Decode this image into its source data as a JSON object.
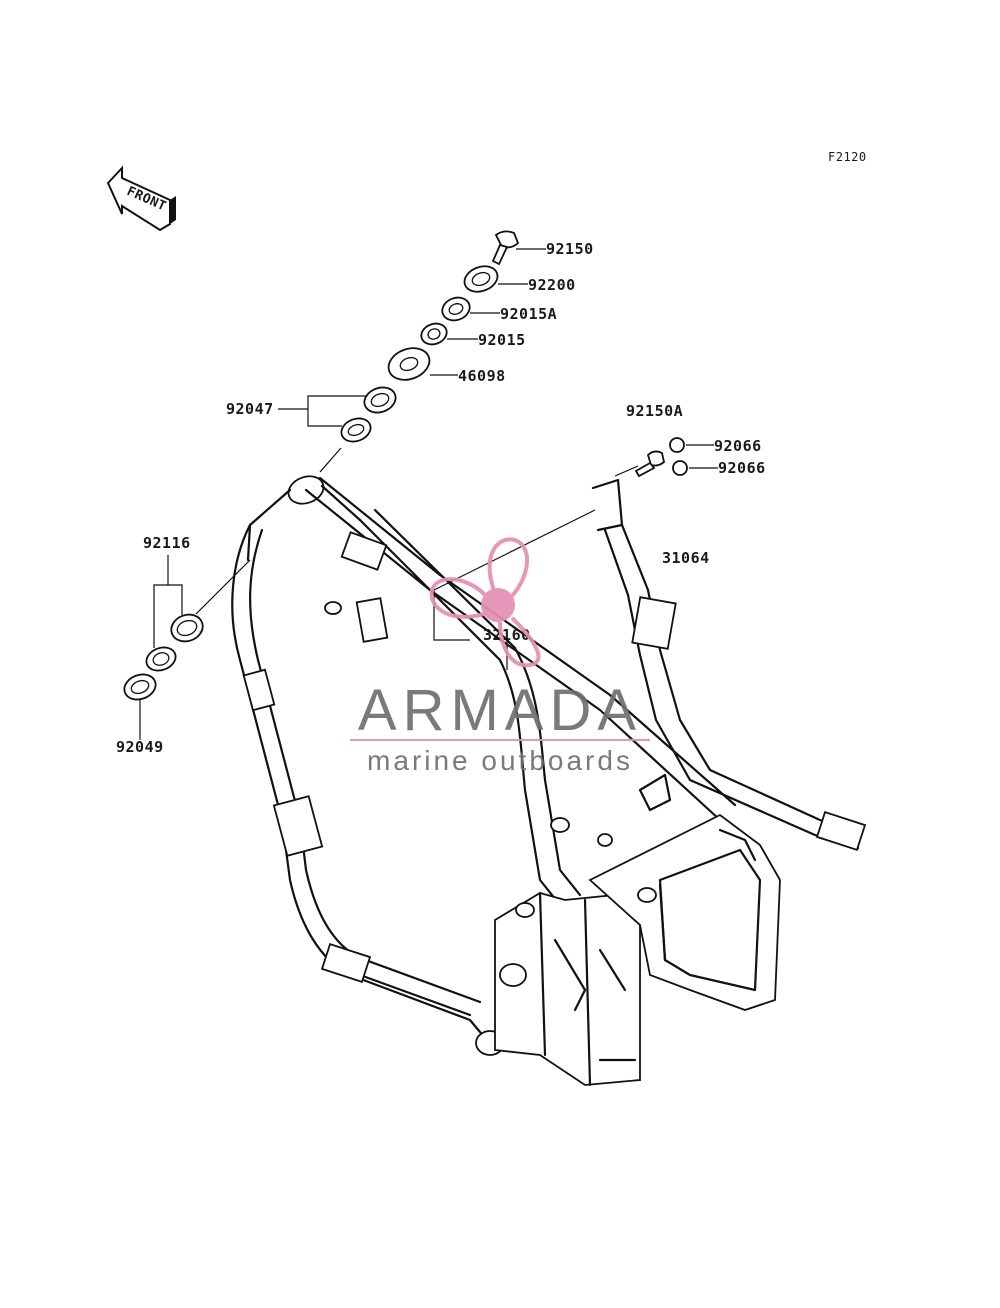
{
  "diagram": {
    "figure_code": "F2120",
    "front_arrow_label": "FRONT",
    "parts": [
      {
        "id": "p92150",
        "number": "92150"
      },
      {
        "id": "p92200",
        "number": "92200"
      },
      {
        "id": "p92015A",
        "number": "92015A"
      },
      {
        "id": "p92015",
        "number": "92015"
      },
      {
        "id": "p46098",
        "number": "46098"
      },
      {
        "id": "p92047",
        "number": "92047"
      },
      {
        "id": "p92150A",
        "number": "92150A"
      },
      {
        "id": "p92066a",
        "number": "92066"
      },
      {
        "id": "p92066b",
        "number": "92066"
      },
      {
        "id": "p31064",
        "number": "31064"
      },
      {
        "id": "p92116",
        "number": "92116"
      },
      {
        "id": "p32160",
        "number": "32160"
      },
      {
        "id": "p92049",
        "number": "92049"
      }
    ]
  },
  "watermark": {
    "name": "ARMADA",
    "tagline": "marine outboards",
    "color": "#e48fb4",
    "text_color": "#6f6f6f"
  }
}
